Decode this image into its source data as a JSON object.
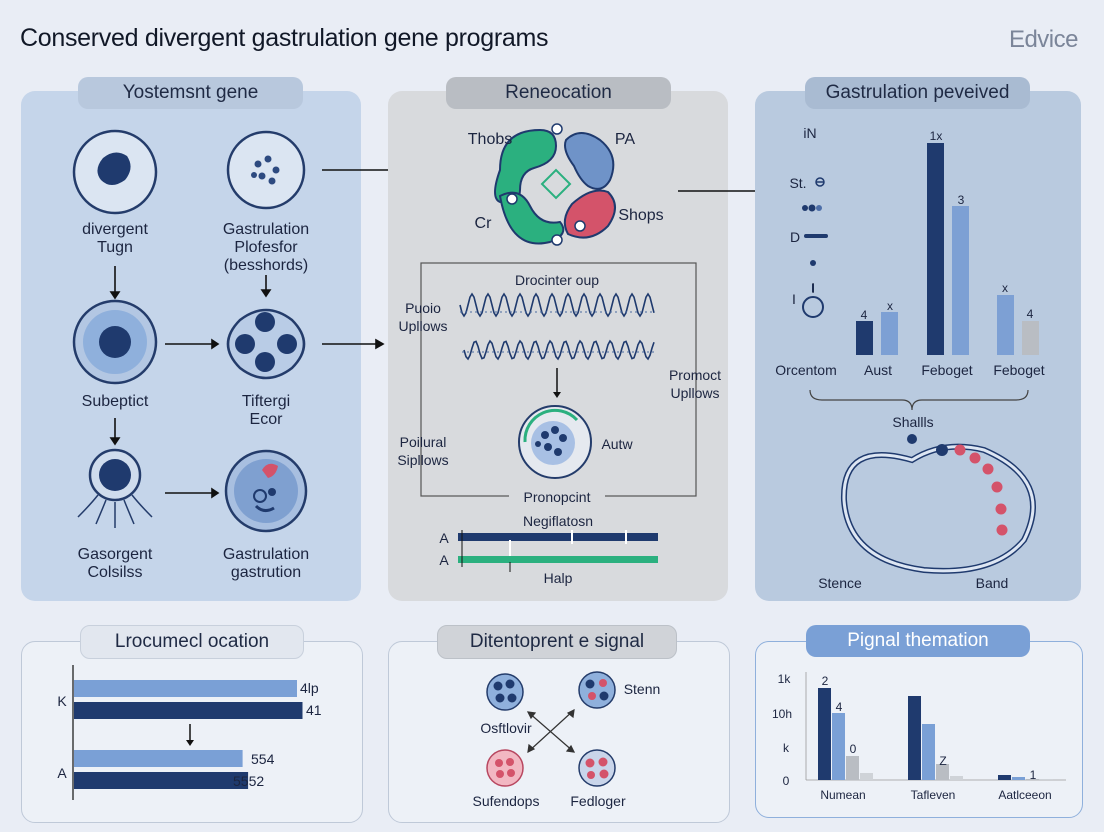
{
  "header": {
    "title": "Conserved divergent gastrulation gene programs",
    "brand": "Edvice"
  },
  "panel1": {
    "chip": "Yostemsnt gene",
    "cells": [
      "divergent\nTugn",
      "Gastrulation\nPlofesfor\n(besshords)",
      "Subeptict",
      "Tiftergi\nEcor",
      "Gasorgent\nColsilss",
      "Gastrulation\ngastrution"
    ]
  },
  "panel2": {
    "chip": "Reneocation",
    "ring_labels": {
      "tl": "Thobs",
      "tr": "PA",
      "bl": "Cr",
      "br": "Shops"
    },
    "box_title": "Drocinter oup",
    "side_labels": {
      "left1": "Puoio\nUpllows",
      "left2": "Poilural\nSipllows",
      "right": "Promoct\nUpllows"
    },
    "nucleus_label": "Autw",
    "box_bottom": "Pronopcint",
    "bars_title": "Negiflatosn",
    "bar_rows": [
      "A",
      "A"
    ],
    "bars_bottom": "Halp",
    "colors": {
      "green": "#2bb07f",
      "navy": "#1f3a6e",
      "red": "#d4536a",
      "blue": "#6f93c8"
    }
  },
  "panel3": {
    "chip": "Gastrulation peveived",
    "legend": [
      "iN",
      "St.",
      "D",
      "l",
      "I"
    ],
    "bar_values": [
      "4",
      "x",
      "1x",
      "3",
      "x",
      "4"
    ],
    "categories": [
      "Orcentom",
      "Aust",
      "Feboget",
      "Feboget"
    ],
    "brace_label": "Shallls",
    "bottom_labels": [
      "Stence",
      "Band"
    ]
  },
  "panel4": {
    "chip": "Lrocumecl ocation",
    "rows": [
      {
        "axis": "K",
        "bars": [
          {
            "label": "4lp",
            "fill": 0.82
          },
          {
            "label": "41",
            "fill": 0.84
          }
        ]
      },
      {
        "axis": "A",
        "bars": [
          {
            "label": "554",
            "fill": 0.62
          },
          {
            "label": "5552",
            "fill": 0.64
          }
        ]
      }
    ]
  },
  "panel5": {
    "chip": "Ditentoprent e signal",
    "nodes": [
      "Osftlovir",
      "Stenn",
      "Sufendops",
      "Fedloger"
    ]
  },
  "panel6": {
    "chip": "Pignal themation",
    "y_ticks": [
      "1k",
      "10h",
      "k",
      "0"
    ],
    "value_labels": [
      "2",
      "4",
      "0",
      "Z",
      "1"
    ],
    "categories": [
      "Numean",
      "Tafleven",
      "Aatlceeon"
    ]
  },
  "chart_data": {
    "type": "bar",
    "categories": [
      "Numean",
      "Tafleven",
      "Aatlceeon"
    ],
    "series": [
      {
        "values": [
          92,
          84,
          5
        ]
      },
      {
        "values": [
          67,
          56,
          3
        ]
      },
      {
        "values": [
          24,
          16,
          1
        ]
      },
      {
        "values": [
          7,
          4,
          1
        ]
      }
    ],
    "ylim": [
      0,
      100
    ]
  }
}
